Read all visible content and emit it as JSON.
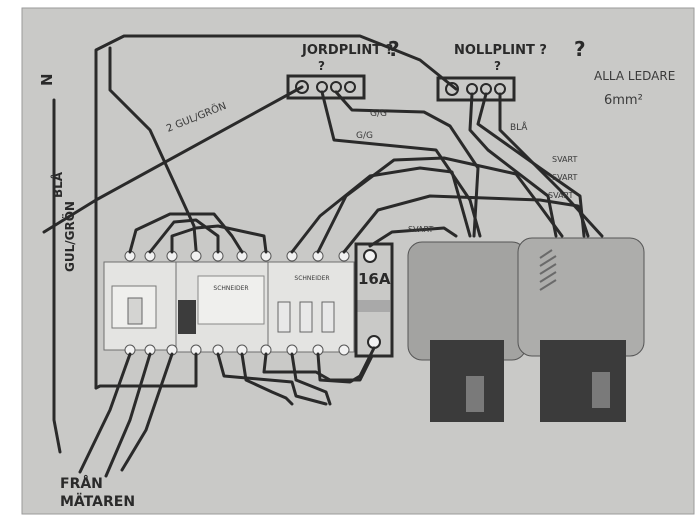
{
  "annotations": {
    "jordplint": "JORDPLINT ?",
    "nollplint": "NOLLPLINT ?",
    "alla_ledare": "ALLA LEDARE",
    "area": "6mm²",
    "n": "N",
    "bla": "BLÅ",
    "gul_gron_left": "GUL/GRÖN",
    "gul_gron_mid": "2 GUL/GRÖN",
    "g_g_1": "G/G",
    "g_g_2": "G/G",
    "svart_1": "SVART",
    "svart_2": "SVART",
    "svart_3": "SVART",
    "svart_4": "SVART",
    "bla_small": "BLÅ",
    "fuse_rating": "16A",
    "fran_mataren_1": "FRÅN",
    "fran_mataren_2": "MÄTAREN"
  },
  "device_labels": {
    "rcbo_brand": "SCHNEIDER",
    "mcb_brand": "SCHNEIDER"
  },
  "colors": {
    "paper": "#ffffff",
    "photo_bg": "#c9c9c7",
    "ink": "#2a2a2a"
  }
}
